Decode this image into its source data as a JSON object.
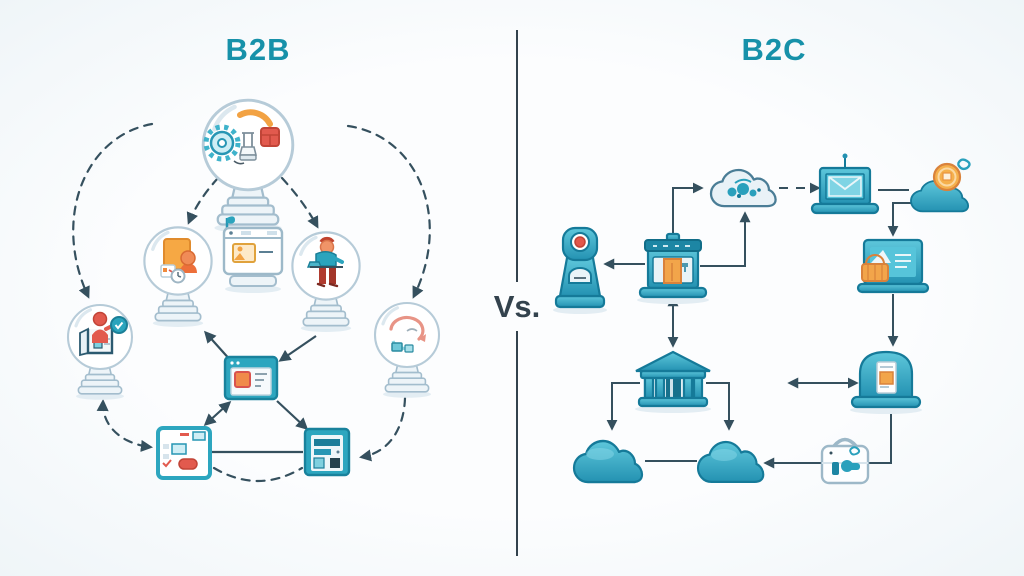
{
  "titles": {
    "left": "B2B",
    "versus": "Vs.",
    "right": "B2C"
  },
  "colors": {
    "title_teal": "#1791a9",
    "divider": "#33424d",
    "arrow": "#35505e",
    "teal_primary": "#2aa0bc",
    "teal_dark": "#157a99",
    "orange": "#f2a54a",
    "orange_dark": "#d9823b",
    "red": "#e2574b",
    "red_dark": "#c14437",
    "background": "#f8fafc"
  },
  "b2b": {
    "style": "hand-drawn snow-globe network connected by dashed curved arrows",
    "nodes": [
      {
        "id": "manufacturing-globe",
        "desc": "globe on pedestal with teal gear, orange arc and red product cube"
      },
      {
        "id": "documents-globe",
        "desc": "globe on pedestal with orange folder, worker and clock"
      },
      {
        "id": "workstation-globe",
        "desc": "globe on pedestal with person seated at desk"
      },
      {
        "id": "vendor-globe",
        "desc": "globe on pedestal with red salesperson at booth and teal badge"
      },
      {
        "id": "process-globe",
        "desc": "globe on pedestal with sketched coral cycle arrows"
      },
      {
        "id": "web-portal",
        "desc": "browser window on stand with orange image tile"
      },
      {
        "id": "order-hub",
        "desc": "teal browser box with orange product square"
      },
      {
        "id": "catalog-window",
        "desc": "teal-framed window with cards and red pill"
      },
      {
        "id": "data-window",
        "desc": "teal window with dark data rows"
      }
    ]
  },
  "b2c": {
    "style": "flat teal flowchart with solid right-angle arrows",
    "nodes": [
      {
        "id": "pos-terminal",
        "desc": "teal payment terminal with red indicator light"
      },
      {
        "id": "storefront",
        "desc": "shop kiosk with awning and orange door"
      },
      {
        "id": "customer-cloud",
        "desc": "light cloud holding teal customer blobs"
      },
      {
        "id": "laptop-email",
        "desc": "laptop with envelope on screen"
      },
      {
        "id": "global-cloud",
        "desc": "teal cloud with orange coin"
      },
      {
        "id": "online-store",
        "desc": "laptop screen with orange shopping basket"
      },
      {
        "id": "bank-building",
        "desc": "teal bank with columns"
      },
      {
        "id": "ticket-kiosk",
        "desc": "rounded kiosk dispensing orange receipt"
      },
      {
        "id": "cloud-left",
        "desc": "solid teal cloud"
      },
      {
        "id": "cloud-right",
        "desc": "solid teal cloud"
      },
      {
        "id": "delivery-case",
        "desc": "white briefcase with teal thumbs-up"
      }
    ]
  }
}
